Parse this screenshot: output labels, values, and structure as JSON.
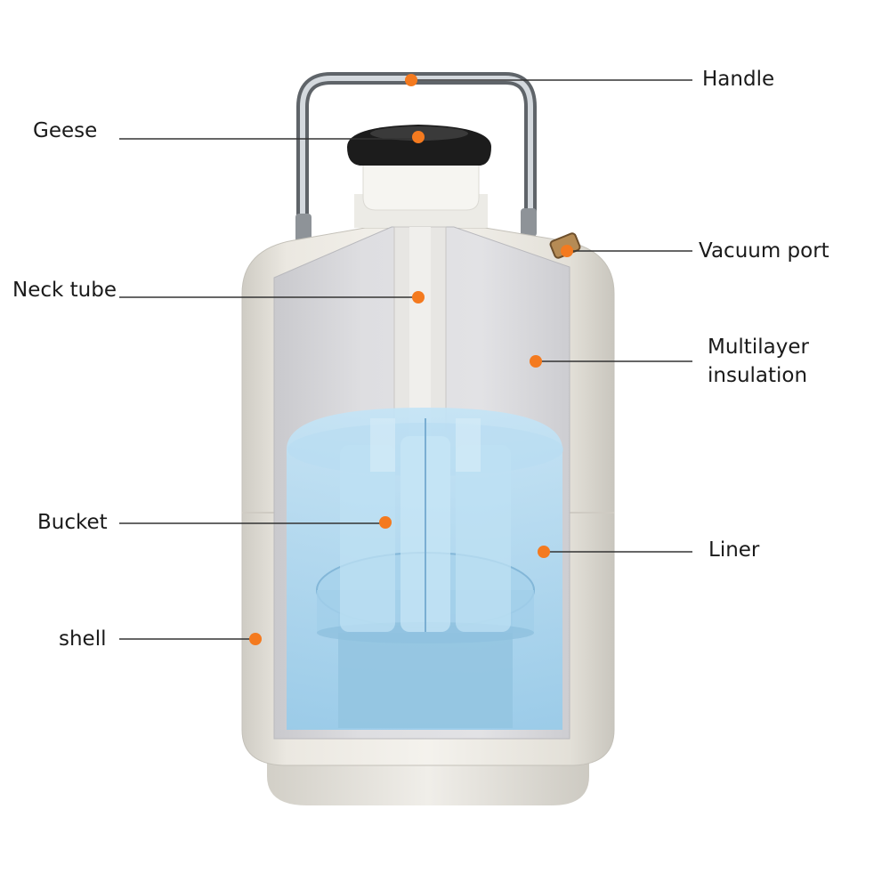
{
  "callouts": {
    "handle": "Handle",
    "geese": "Geese",
    "vacuum_port": "Vacuum port",
    "neck_tube": "Neck tube",
    "multilayer_line1": "Multilayer",
    "multilayer_line2": "insulation",
    "bucket": "Bucket",
    "liner": "Liner",
    "shell": "shell"
  },
  "colors": {
    "marker": "#f47a1f",
    "leader_line": "#333333",
    "shell": "#e6e3dc",
    "insulation": "#d9d9dc",
    "liquid": "#a9d6ef",
    "cap": "#1c1c1c",
    "neck_plug": "#f3f2ee"
  }
}
